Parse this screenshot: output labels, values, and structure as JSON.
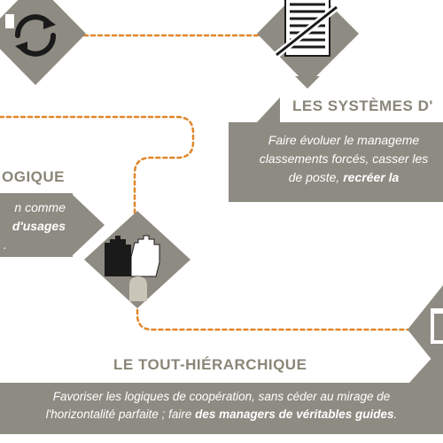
{
  "colors": {
    "diamond": "#8e8b82",
    "panel": "#8e8b82",
    "path": "#e0862a",
    "heading": "#8a8678",
    "text": "#ffffff",
    "icon_dark": "#1a1a1a"
  },
  "icons": {
    "top_left": "refresh-arrows-icon",
    "top_center": "document-crossed-icon",
    "middle": "raised-hands-icon",
    "right": "partial-icon"
  },
  "sections": {
    "systems": {
      "title": "LES SYSTÈMES D'",
      "line1": "Faire évoluer le manageme",
      "line2": "classements forcés, casser les",
      "line3_plain": "de poste, ",
      "line3_bold": "recréer la"
    },
    "logique": {
      "title": "OGIQUE",
      "line1": "n comme",
      "line2_bold": "d'usages",
      "line3": "."
    },
    "hierarchique": {
      "title": "LE TOUT-HIÉRARCHIQUE",
      "line1": "Favoriser les logiques de coopération, sans céder au mirage de",
      "line2_plain": "l'horizontalité parfaite ; faire ",
      "line2_bold": "des managers de véritables guides",
      "line2_end": "."
    }
  }
}
